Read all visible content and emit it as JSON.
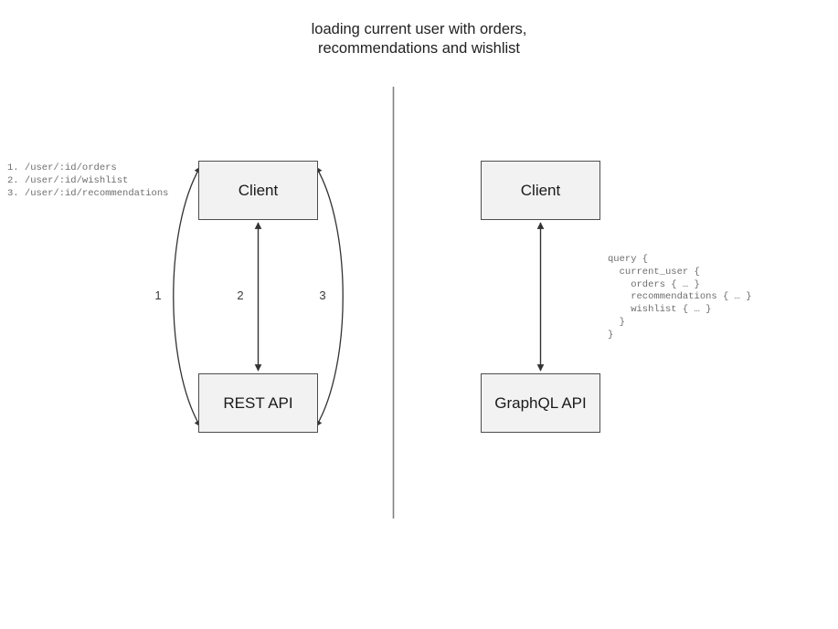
{
  "diagram": {
    "title": "loading current user with orders,\nrecommendations and wishlist",
    "divider_color": "#808080",
    "node_fill": "#f2f2f2",
    "node_border": "#4d4d4d",
    "arrow_color": "#333333",
    "left_panel": {
      "nodes": [
        {
          "id": "rest-client",
          "label": "Client"
        },
        {
          "id": "rest-api",
          "label": "REST API"
        }
      ],
      "edges": [
        {
          "id": "edge-1",
          "label": "1",
          "shape": "curve-left",
          "arrowheads": "both"
        },
        {
          "id": "edge-2",
          "label": "2",
          "shape": "straight",
          "arrowheads": "both"
        },
        {
          "id": "edge-3",
          "label": "3",
          "shape": "curve-right",
          "arrowheads": "both"
        }
      ],
      "endpoints_text": "1. /user/:id/orders\n2. /user/:id/wishlist\n3. /user/:id/recommendations"
    },
    "right_panel": {
      "nodes": [
        {
          "id": "gql-client",
          "label": "Client"
        },
        {
          "id": "gql-api",
          "label": "GraphQL API"
        }
      ],
      "edges": [
        {
          "id": "edge-gql",
          "label": "",
          "shape": "straight",
          "arrowheads": "both"
        }
      ],
      "query_text": "query {\n  current_user {\n    orders { … }\n    recommendations { … }\n    wishlist { … }\n  }\n}"
    }
  }
}
